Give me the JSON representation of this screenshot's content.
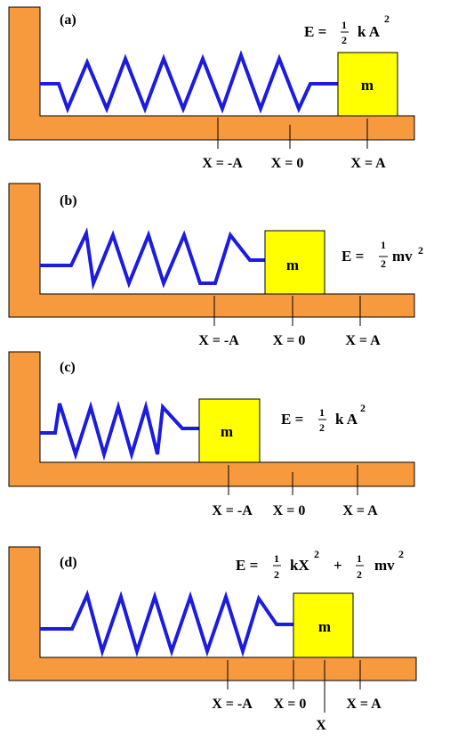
{
  "colors": {
    "wall": "#F79A3E",
    "outline": "#000000",
    "spring": "#1C1CE0",
    "mass": "#FFFF00",
    "background": "#FFFFFF"
  },
  "panels": [
    {
      "label": "(a)",
      "mass": "m",
      "equation": {
        "prefix": "E =",
        "num": "1",
        "den": "2",
        "term": "k A",
        "sup": "2"
      },
      "ticks": {
        "minus_a": "X = -A",
        "zero": "X = 0",
        "plus_a": "X = A"
      }
    },
    {
      "label": "(b)",
      "mass": "m",
      "equation": {
        "prefix": "E =",
        "num": "1",
        "den": "2",
        "term": "mv",
        "sup": "2"
      },
      "ticks": {
        "minus_a": "X = -A",
        "zero": "X = 0",
        "plus_a": "X = A"
      }
    },
    {
      "label": "(c)",
      "mass": "m",
      "equation": {
        "prefix": "E =",
        "num": "1",
        "den": "2",
        "term": "k A",
        "sup": "2"
      },
      "ticks": {
        "minus_a": "X = -A",
        "zero": "X = 0",
        "plus_a": "X = A"
      }
    },
    {
      "label": "(d)",
      "mass": "m",
      "equation": {
        "prefix": "E =",
        "num": "1",
        "den": "2",
        "term": "kX",
        "sup": "2",
        "plus": "+",
        "num2": "1",
        "den2": "2",
        "term2": "mv",
        "sup2": "2"
      },
      "ticks": {
        "minus_a": "X = -A",
        "zero": "X = 0",
        "plus_a": "X = A",
        "x": "X"
      }
    }
  ]
}
